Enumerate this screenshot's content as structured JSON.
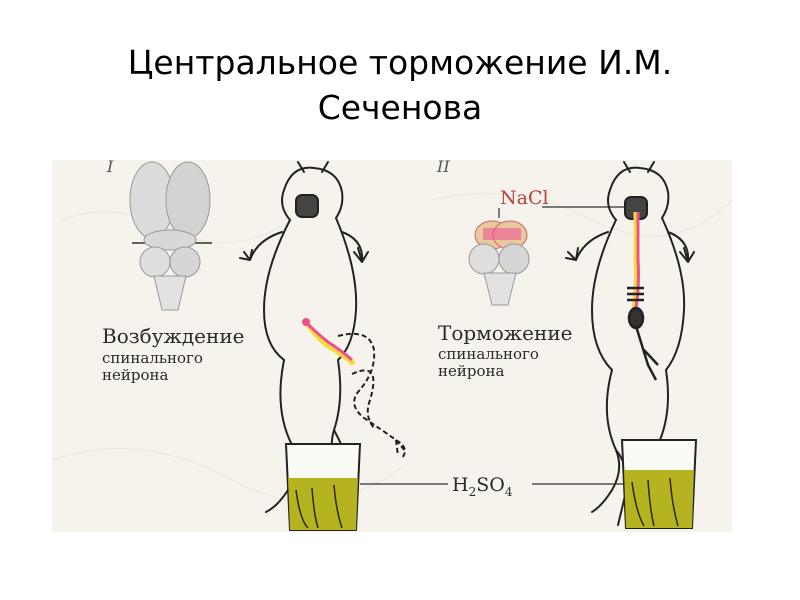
{
  "slide": {
    "title_line1": "Центральное торможение И.М.",
    "title_line2": "Сеченова"
  },
  "figure": {
    "panel_left": {
      "roman_numeral": "I",
      "caption_line1": "Возбуждение",
      "caption_line2": "спинального",
      "caption_line3": "нейрона"
    },
    "panel_right": {
      "roman_numeral": "II",
      "reagent": "NaCl",
      "caption_line1": "Торможение",
      "caption_line2": "спинального",
      "caption_line3": "нейрона"
    },
    "acid": {
      "base": "H",
      "sub1": "2",
      "mid": "SO",
      "sub2": "4"
    },
    "colors": {
      "acid_liquid": "#b6b320",
      "nerve_pink": "#ee4f8f",
      "nerve_yellow": "#f3dc3a",
      "brain_gray": "#d8d8d8",
      "background": "#f6f3ec"
    }
  }
}
